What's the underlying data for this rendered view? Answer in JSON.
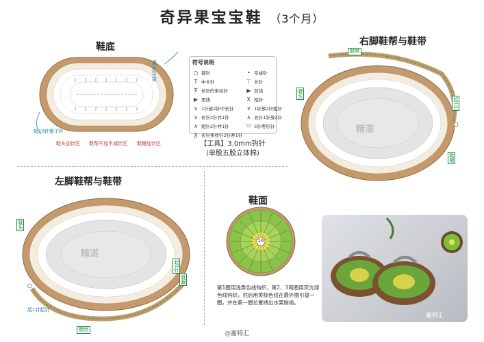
{
  "title": "奇异果宝宝鞋",
  "subtitle": "（3个月）",
  "sections": {
    "sole": "鞋底",
    "right": "右脚鞋帮与鞋带",
    "left": "左脚鞋帮与鞋带",
    "top": "鞋面"
  },
  "legend": {
    "heading": "符号说明",
    "items": [
      {
        "sym": "○",
        "label": "锁针"
      },
      {
        "sym": "•",
        "label": "引拔针"
      },
      {
        "sym": "T",
        "label": "中长针"
      },
      {
        "sym": "⊤",
        "label": "长针"
      },
      {
        "sym": "Ŧ",
        "label": "长针的条纹针"
      },
      {
        "sym": "▶",
        "label": "剪线"
      },
      {
        "sym": "▶",
        "label": "黑线"
      },
      {
        "sym": "X",
        "label": "短针"
      },
      {
        "sym": "∨",
        "label": "1针放2针中长针"
      },
      {
        "sym": "∨",
        "label": "1针放2针短针"
      },
      {
        "sym": "∨",
        "label": "长针2针并1针"
      },
      {
        "sym": "∧",
        "label": "长针1针放2针"
      },
      {
        "sym": "∧",
        "label": "短针2针并1针"
      },
      {
        "sym": "⬭",
        "label": "5针枣形针"
      },
      {
        "sym": "X̲",
        "label": "长针条纹针2针并1针"
      }
    ]
  },
  "tools": {
    "line1": "【工具】3.0mm钩针",
    "line2": "(单股五股立体棉)"
  },
  "sole_notes": {
    "start": "起10针锁子针",
    "zone1": "鞋头加针区",
    "zone2": "鞋帮不加不减针区",
    "zone3": "鞋跟加针区",
    "tail": "最后引拔"
  },
  "labels": {
    "strap": "鞋带",
    "toe": "鞋头",
    "heel": "鞋跟",
    "start_r": "起1针",
    "start_l": "起1针起针",
    "tie": "鞋带"
  },
  "center_number": "16",
  "top_description": "第1圈用浅黄色线钩织，第2、3两圈用荧光绿色线钩织，然后用黄棕色线在最外圈引拔一圈，并在第一圈位置绣出水果脉络。",
  "watermark_photo": "嘉特汇",
  "watermark_bottom": "@嘉特汇",
  "watermark_diagram": "精湛",
  "colors": {
    "brown": "#c49a6c",
    "outline_dark": "#8a6a45",
    "cream": "#f4ecdf",
    "inner_gray": "#e4e4e4",
    "green_lace": "#1a9a4a",
    "kiwi_green": "#8bc34a",
    "kiwi_yellow": "#e8e25a"
  }
}
